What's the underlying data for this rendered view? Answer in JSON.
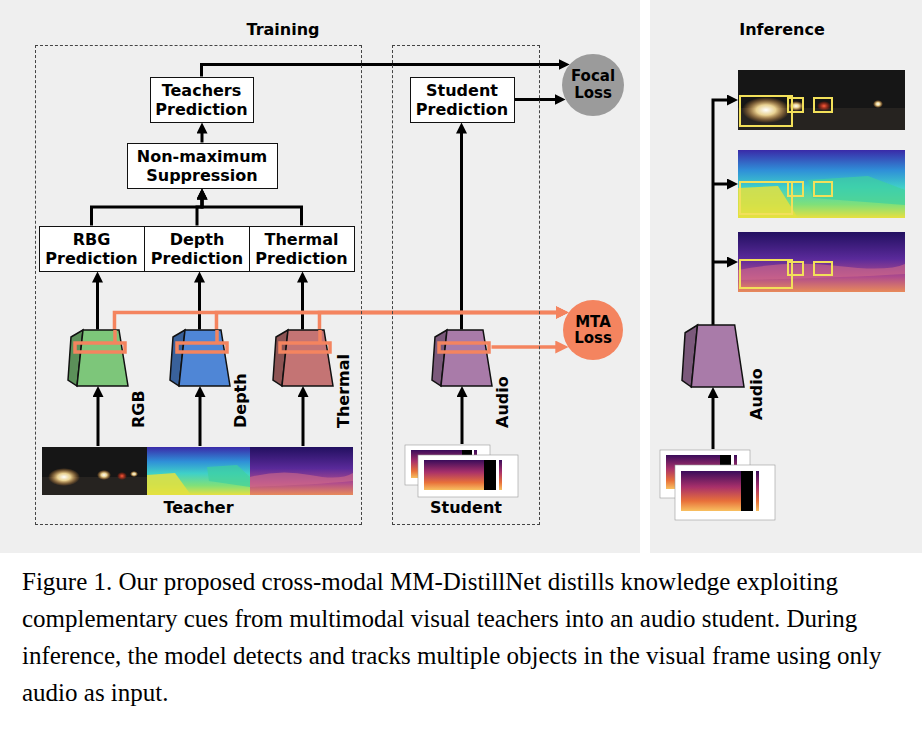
{
  "diagram": {
    "caption": "Figure 1. Our proposed cross-modal MM-DistillNet distills knowledge exploiting complementary cues from multimodal visual teachers into an audio student. During inference, the model detects and tracks multiple objects in the visual frame using only audio as input.",
    "nodes": [
      {
        "text": [
          "Training"
        ]
      },
      {
        "text": [
          "Teacher"
        ],
        "in": 0
      },
      {
        "text": [
          "Teachers Prediction"
        ],
        "in": 1
      },
      {
        "text": [
          "Non-maximum Suppression"
        ],
        "in": 1
      },
      {
        "text": [
          "RBG Prediction"
        ],
        "in": 1
      },
      {
        "text": [
          "Depth Prediction"
        ],
        "in": 1
      },
      {
        "text": [
          "Thermal Prediction"
        ],
        "in": 1
      },
      {
        "text": [
          "RGB"
        ],
        "in": 1
      },
      {
        "text": [
          "Depth"
        ],
        "in": 1
      },
      {
        "text": [
          "Thermal"
        ],
        "in": 1
      },
      {
        "text": [
          "Student"
        ],
        "in": 0
      },
      {
        "text": [
          "Student Prediction"
        ],
        "in": 10
      },
      {
        "text": [
          "Audio"
        ],
        "in": 10
      },
      {
        "text": [
          "Focal Loss"
        ],
        "in": 0
      },
      {
        "text": [
          "MTA Loss"
        ],
        "in": 0
      },
      {
        "text": [
          "Inference"
        ]
      },
      {
        "text": [
          "Audio"
        ],
        "in": 15
      }
    ],
    "edges": [
      {
        "from": 7,
        "to": 4,
        "arrow": "to"
      },
      {
        "from": 8,
        "to": 5,
        "arrow": "to"
      },
      {
        "from": 9,
        "to": 6,
        "arrow": "to"
      },
      {
        "from": 4,
        "to": 3,
        "arrow": "to"
      },
      {
        "from": 5,
        "to": 3,
        "arrow": "to"
      },
      {
        "from": 6,
        "to": 3,
        "arrow": "to"
      },
      {
        "from": 3,
        "to": 2,
        "arrow": "to"
      },
      {
        "from": 2,
        "to": 13,
        "arrow": "to"
      },
      {
        "from": 12,
        "to": 11,
        "arrow": "to"
      },
      {
        "from": 11,
        "to": 13,
        "arrow": "to"
      },
      {
        "from": 7,
        "to": 14,
        "arrow": "to"
      },
      {
        "from": 8,
        "to": 14,
        "arrow": "to"
      },
      {
        "from": 9,
        "to": 14,
        "arrow": "to"
      },
      {
        "from": 12,
        "to": 14,
        "arrow": "to"
      }
    ]
  }
}
